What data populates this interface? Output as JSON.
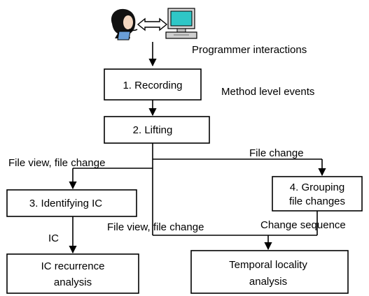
{
  "boxes": {
    "recording": "1. Recording",
    "lifting": "2. Lifting",
    "identifying_ic": "3. Identifying  IC",
    "grouping": {
      "line1": "4. Grouping",
      "line2": "file changes"
    },
    "ic_recurrence": {
      "line1": "IC recurrence",
      "line2": "analysis"
    },
    "temporal_locality": {
      "line1": "Temporal locality",
      "line2": "analysis"
    }
  },
  "labels": {
    "programmer_interactions": "Programmer interactions",
    "method_level_events": "Method level events",
    "file_view_change_left": "File view, file change",
    "file_change": "File change",
    "ic": "IC",
    "file_view_change_middle": "File view, file change",
    "change_sequence": "Change sequence"
  },
  "icons": [
    "programmer-icon",
    "computer-icon",
    "bidirectional-arrow-icon"
  ]
}
